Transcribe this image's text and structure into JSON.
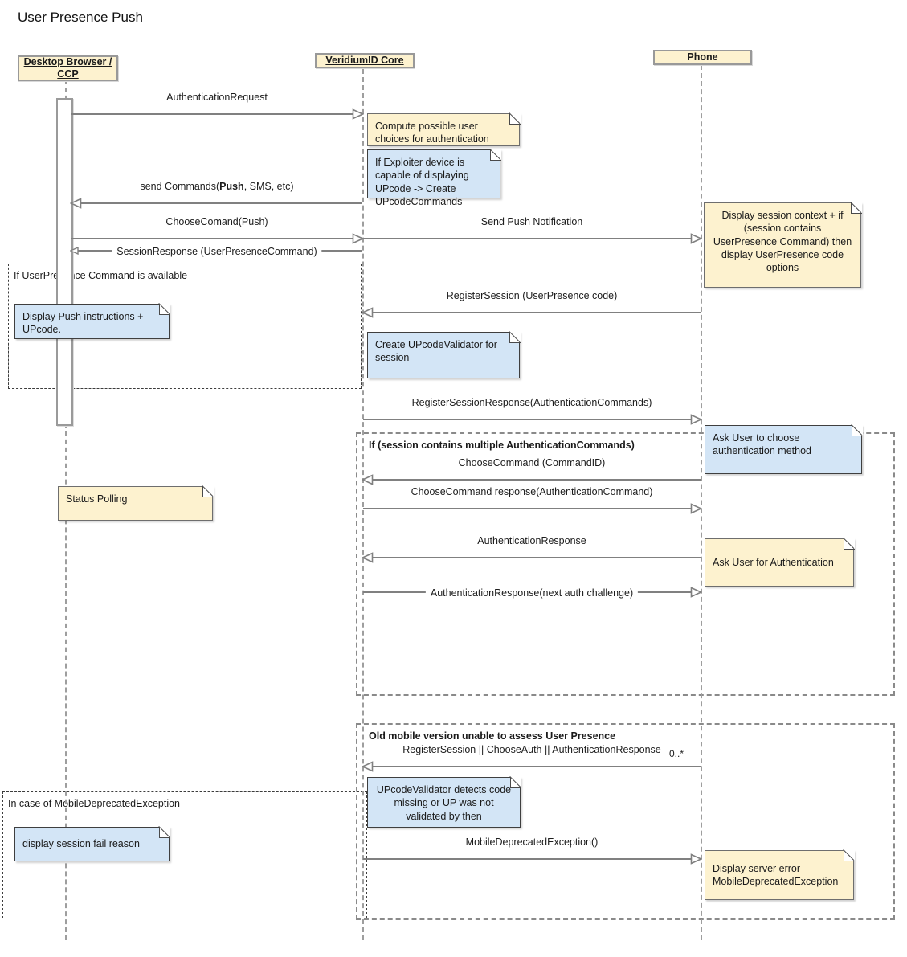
{
  "title": "User Presence Push",
  "actors": [
    {
      "label": "Desktop Browser / CCP"
    },
    {
      "label": "VeridiumID Core"
    },
    {
      "label": "Phone"
    }
  ],
  "frames": [
    {
      "label": "If UserPresence Command is available"
    },
    {
      "label": "If (session contains multiple AuthenticationCommands)"
    },
    {
      "label": "Old mobile version unable to assess User Presence"
    },
    {
      "label": "In case of MobileDeprecatedException"
    }
  ],
  "messages": [
    {
      "label": "AuthenticationRequest"
    },
    {
      "parts": [
        "send Commands(",
        "Push",
        ", SMS, etc)"
      ]
    },
    {
      "label": "ChooseComand(Push)"
    },
    {
      "label": "Send Push Notification"
    },
    {
      "label": "SessionResponse (UserPresenceCommand)"
    },
    {
      "label": "RegisterSession (UserPresence code)"
    },
    {
      "label": "RegisterSessionResponse(AuthenticationCommands)"
    },
    {
      "label": "ChooseCommand (CommandID)"
    },
    {
      "label": "ChooseCommand response(AuthenticationCommand)"
    },
    {
      "label": "AuthenticationResponse"
    },
    {
      "label": "AuthenticationResponse(next auth challenge)"
    },
    {
      "label": "RegisterSession || ChooseAuth || AuthenticationResponse",
      "multiplicity": "0..*"
    },
    {
      "label": "MobileDeprecatedException()"
    }
  ],
  "notes": [
    {
      "text": "Compute possible user choices for authentication",
      "color": "yellow"
    },
    {
      "text": "If Exploiter device is capable of displaying UPcode -> Create UPcodeCommands",
      "color": "blue"
    },
    {
      "text": "Display session context + if (session contains UserPresence Command) then display UserPresence code options",
      "color": "yellow"
    },
    {
      "text": "Display Push instructions + UPcode.",
      "color": "blue"
    },
    {
      "text": "Create UPcodeValidator for session",
      "color": "blue"
    },
    {
      "text": "Ask User to choose authentication method",
      "color": "blue"
    },
    {
      "text": "Status Polling",
      "color": "yellow"
    },
    {
      "text": "Ask User for Authentication",
      "color": "yellow"
    },
    {
      "text": "UPcodeValidator detects code missing or UP was not validated by then",
      "color": "blue"
    },
    {
      "text": "display session fail reason",
      "color": "blue"
    },
    {
      "text": "Display server error MobileDeprecatedException",
      "color": "yellow"
    }
  ],
  "colors": {
    "note_yellow": "#FDF2CF",
    "note_blue": "#D3E5F6",
    "arrow_gray": "#808080"
  }
}
